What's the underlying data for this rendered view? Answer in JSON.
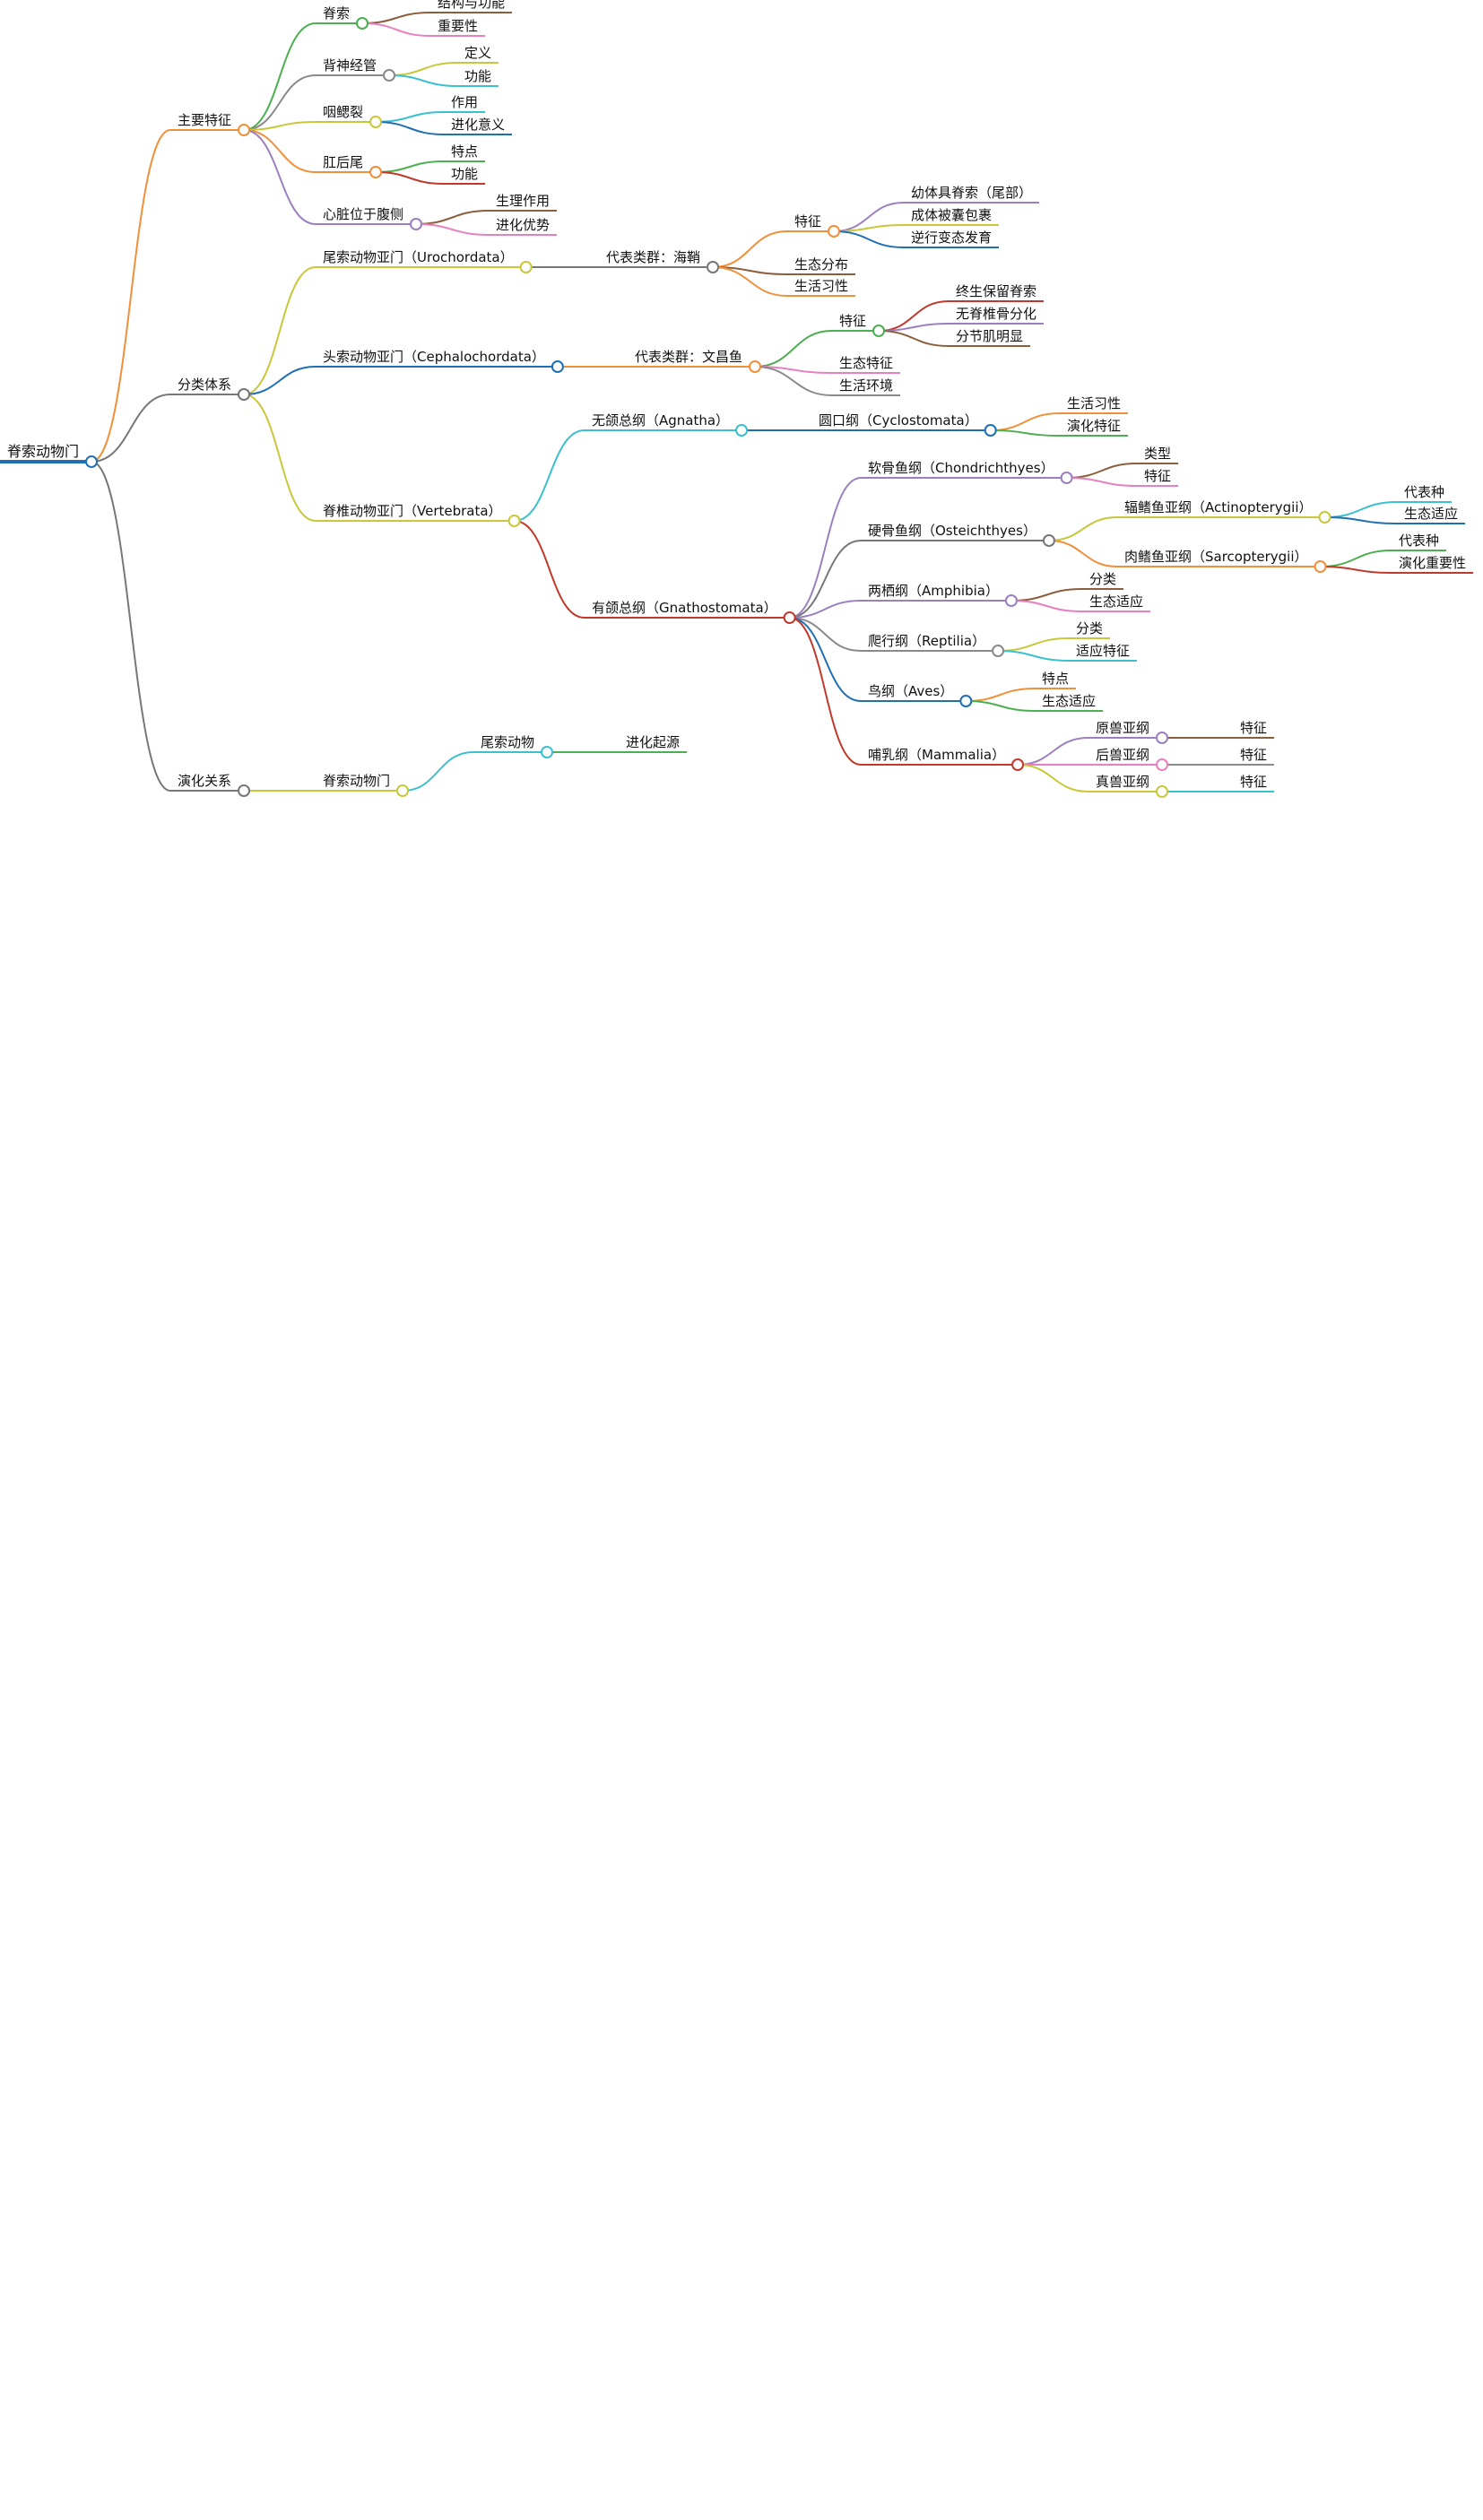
{
  "mindmap": {
    "root": {
      "label": "脊索动物门",
      "color": "#1f6fb5",
      "children": [
        {
          "label": "主要特征",
          "color": "#f0903a",
          "children": [
            {
              "label": "脊索",
              "color": "#4caf50",
              "children": [
                {
                  "label": "结构与功能",
                  "color": "#8b5e3c"
                },
                {
                  "label": "重要性",
                  "color": "#e880c0"
                }
              ]
            },
            {
              "label": "背神经管",
              "color": "#8a8a8a",
              "children": [
                {
                  "label": "定义",
                  "color": "#c8c83a"
                },
                {
                  "label": "功能",
                  "color": "#3ac0d0"
                }
              ]
            },
            {
              "label": "咽鳃裂",
              "color": "#c8c83a",
              "children": [
                {
                  "label": "作用",
                  "color": "#3ac0d0"
                },
                {
                  "label": "进化意义",
                  "color": "#1f6fb5"
                }
              ]
            },
            {
              "label": "肛后尾",
              "color": "#f0903a",
              "children": [
                {
                  "label": "特点",
                  "color": "#4caf50"
                },
                {
                  "label": "功能",
                  "color": "#c0392b"
                }
              ]
            },
            {
              "label": "心脏位于腹侧",
              "color": "#9b7fc0",
              "children": [
                {
                  "label": "生理作用",
                  "color": "#8b5e3c"
                },
                {
                  "label": "进化优势",
                  "color": "#e880c0"
                }
              ]
            }
          ]
        },
        {
          "label": "分类体系",
          "color": "#777777",
          "children": [
            {
              "label": "尾索动物亚门（Urochordata）",
              "color": "#c8c83a",
              "children": [
                {
                  "label": "代表类群：海鞘",
                  "color": "#777777",
                  "children": [
                    {
                      "label": "特征",
                      "color": "#f0903a",
                      "children": [
                        {
                          "label": "幼体具脊索（尾部）",
                          "color": "#9b7fc0"
                        },
                        {
                          "label": "成体被囊包裹",
                          "color": "#c8c83a"
                        },
                        {
                          "label": "逆行变态发育",
                          "color": "#1f6fb5"
                        }
                      ]
                    },
                    {
                      "label": "生态分布",
                      "color": "#8b5e3c"
                    },
                    {
                      "label": "生活习性",
                      "color": "#f0903a"
                    }
                  ]
                }
              ]
            },
            {
              "label": "头索动物亚门（Cephalochordata）",
              "color": "#1f6fb5",
              "children": [
                {
                  "label": "代表类群：文昌鱼",
                  "color": "#f0903a",
                  "children": [
                    {
                      "label": "特征",
                      "color": "#4caf50",
                      "children": [
                        {
                          "label": "终生保留脊索",
                          "color": "#c0392b"
                        },
                        {
                          "label": "无脊椎骨分化",
                          "color": "#9b7fc0"
                        },
                        {
                          "label": "分节肌明显",
                          "color": "#8b5e3c"
                        }
                      ]
                    },
                    {
                      "label": "生态特征",
                      "color": "#e880c0"
                    },
                    {
                      "label": "生活环境",
                      "color": "#8a8a8a"
                    }
                  ]
                }
              ]
            },
            {
              "label": "脊椎动物亚门（Vertebrata）",
              "color": "#c8c83a",
              "children": [
                {
                  "label": "无颌总纲（Agnatha）",
                  "color": "#3ac0d0",
                  "children": [
                    {
                      "label": "圆口纲（Cyclostomata）",
                      "color": "#1f6fb5",
                      "children": [
                        {
                          "label": "生活习性",
                          "color": "#f0903a"
                        },
                        {
                          "label": "演化特征",
                          "color": "#4caf50"
                        }
                      ]
                    }
                  ]
                },
                {
                  "label": "有颌总纲（Gnathostomata）",
                  "color": "#c0392b",
                  "children": [
                    {
                      "label": "软骨鱼纲（Chondrichthyes）",
                      "color": "#9b7fc0",
                      "children": [
                        {
                          "label": "类型",
                          "color": "#8b5e3c"
                        },
                        {
                          "label": "特征",
                          "color": "#e880c0"
                        }
                      ]
                    },
                    {
                      "label": "硬骨鱼纲（Osteichthyes）",
                      "color": "#777777",
                      "children": [
                        {
                          "label": "辐鳍鱼亚纲（Actinopterygii）",
                          "color": "#c8c83a",
                          "children": [
                            {
                              "label": "代表种",
                              "color": "#3ac0d0"
                            },
                            {
                              "label": "生态适应",
                              "color": "#1f6fb5"
                            }
                          ]
                        },
                        {
                          "label": "肉鳍鱼亚纲（Sarcopterygii）",
                          "color": "#f0903a",
                          "children": [
                            {
                              "label": "代表种",
                              "color": "#4caf50"
                            },
                            {
                              "label": "演化重要性",
                              "color": "#c0392b"
                            }
                          ]
                        }
                      ]
                    },
                    {
                      "label": "两栖纲（Amphibia）",
                      "color": "#9b7fc0",
                      "children": [
                        {
                          "label": "分类",
                          "color": "#8b5e3c"
                        },
                        {
                          "label": "生态适应",
                          "color": "#e880c0"
                        }
                      ]
                    },
                    {
                      "label": "爬行纲（Reptilia）",
                      "color": "#8a8a8a",
                      "children": [
                        {
                          "label": "分类",
                          "color": "#c8c83a"
                        },
                        {
                          "label": "适应特征",
                          "color": "#3ac0d0"
                        }
                      ]
                    },
                    {
                      "label": "鸟纲（Aves）",
                      "color": "#1f6fb5",
                      "children": [
                        {
                          "label": "特点",
                          "color": "#f0903a"
                        },
                        {
                          "label": "生态适应",
                          "color": "#4caf50"
                        }
                      ]
                    },
                    {
                      "label": "哺乳纲（Mammalia）",
                      "color": "#c0392b",
                      "children": [
                        {
                          "label": "原兽亚纲",
                          "color": "#9b7fc0",
                          "children": [
                            {
                              "label": "特征",
                              "color": "#8b5e3c"
                            }
                          ]
                        },
                        {
                          "label": "后兽亚纲",
                          "color": "#e880c0",
                          "children": [
                            {
                              "label": "特征",
                              "color": "#8a8a8a"
                            }
                          ]
                        },
                        {
                          "label": "真兽亚纲",
                          "color": "#c8c83a",
                          "children": [
                            {
                              "label": "特征",
                              "color": "#3ac0d0"
                            }
                          ]
                        }
                      ]
                    }
                  ]
                }
              ]
            }
          ]
        },
        {
          "label": "演化关系",
          "color": "#777777",
          "children": [
            {
              "label": "脊索动物门",
              "color": "#c8c83a",
              "children": [
                {
                  "label": "尾索动物",
                  "color": "#3ac0d0",
                  "children": [
                    {
                      "label": "进化起源",
                      "color": "#4caf50"
                    }
                  ]
                },
                {
                  "label": "头索动物",
                  "color": "#f0903a",
                  "children": [
                    {
                      "label": "进化起源",
                      "color": "#4caf50"
                    }
                  ]
                },
                {
                  "label": "脊椎动物",
                  "color": "#8b5e3c",
                  "children": [
                    {
                      "label": "无颌类",
                      "color": "#e880c0",
                      "children": [
                        {
                          "label": "进化分支",
                          "color": "#8a8a8a"
                        }
                      ]
                    },
                    {
                      "label": "有颌类",
                      "color": "#c8c83a",
                      "children": [
                        {
                          "label": "软骨鱼",
                          "color": "#f0903a",
                          "children": [
                            {
                              "label": "进化路线",
                              "color": "#4caf50"
                            }
                          ]
                        },
                        {
                          "label": "硬骨鱼",
                          "color": "#c0392b",
                          "children": [
                            {
                              "label": "进化路线",
                              "color": "#9b7fc0",
                              "children": [
                                {
                                  "label": "两栖类",
                                  "color": "#8b5e3c",
                                  "children": [
                                    {
                                      "label": "发展历程",
                                      "color": "#e880c0"
                                    },
                                    {
                                      "label": "适应性",
                                      "color": "#8a8a8a"
                                    },
                                    {
                                      "label": "多样性",
                                      "color": "#c8c83a"
                                    },
                                    {
                                      "label": "爬行类",
                                      "color": "#3ac0d0",
                                      "children": [
                                        {
                                          "label": "适应性",
                                          "color": "#1f6fb5"
                                        },
                                        {
                                          "label": "演化分支",
                                          "color": "#f0903a"
                                        },
                                        {
                                          "label": "鸟类",
                                          "color": "#4caf50",
                                          "children": [
                                            {
                                              "label": "进化历程",
                                              "color": "#c0392b"
                                            },
                                            {
                                              "label": "适应性",
                                              "color": "#9b7fc0"
                                            }
                                          ]
                                        },
                                        {
                                          "label": "哺乳类",
                                          "color": "#8b5e3c",
                                          "children": [
                                            {
                                              "label": "进化历程",
                                              "color": "#e880c0"
                                            },
                                            {
                                              "label": "适应性",
                                              "color": "#8a8a8a"
                                            }
                                          ]
                                        }
                                      ]
                                    }
                                  ]
                                }
                              ]
                            }
                          ]
                        }
                      ]
                    }
                  ]
                }
              ]
            }
          ]
        }
      ]
    }
  }
}
